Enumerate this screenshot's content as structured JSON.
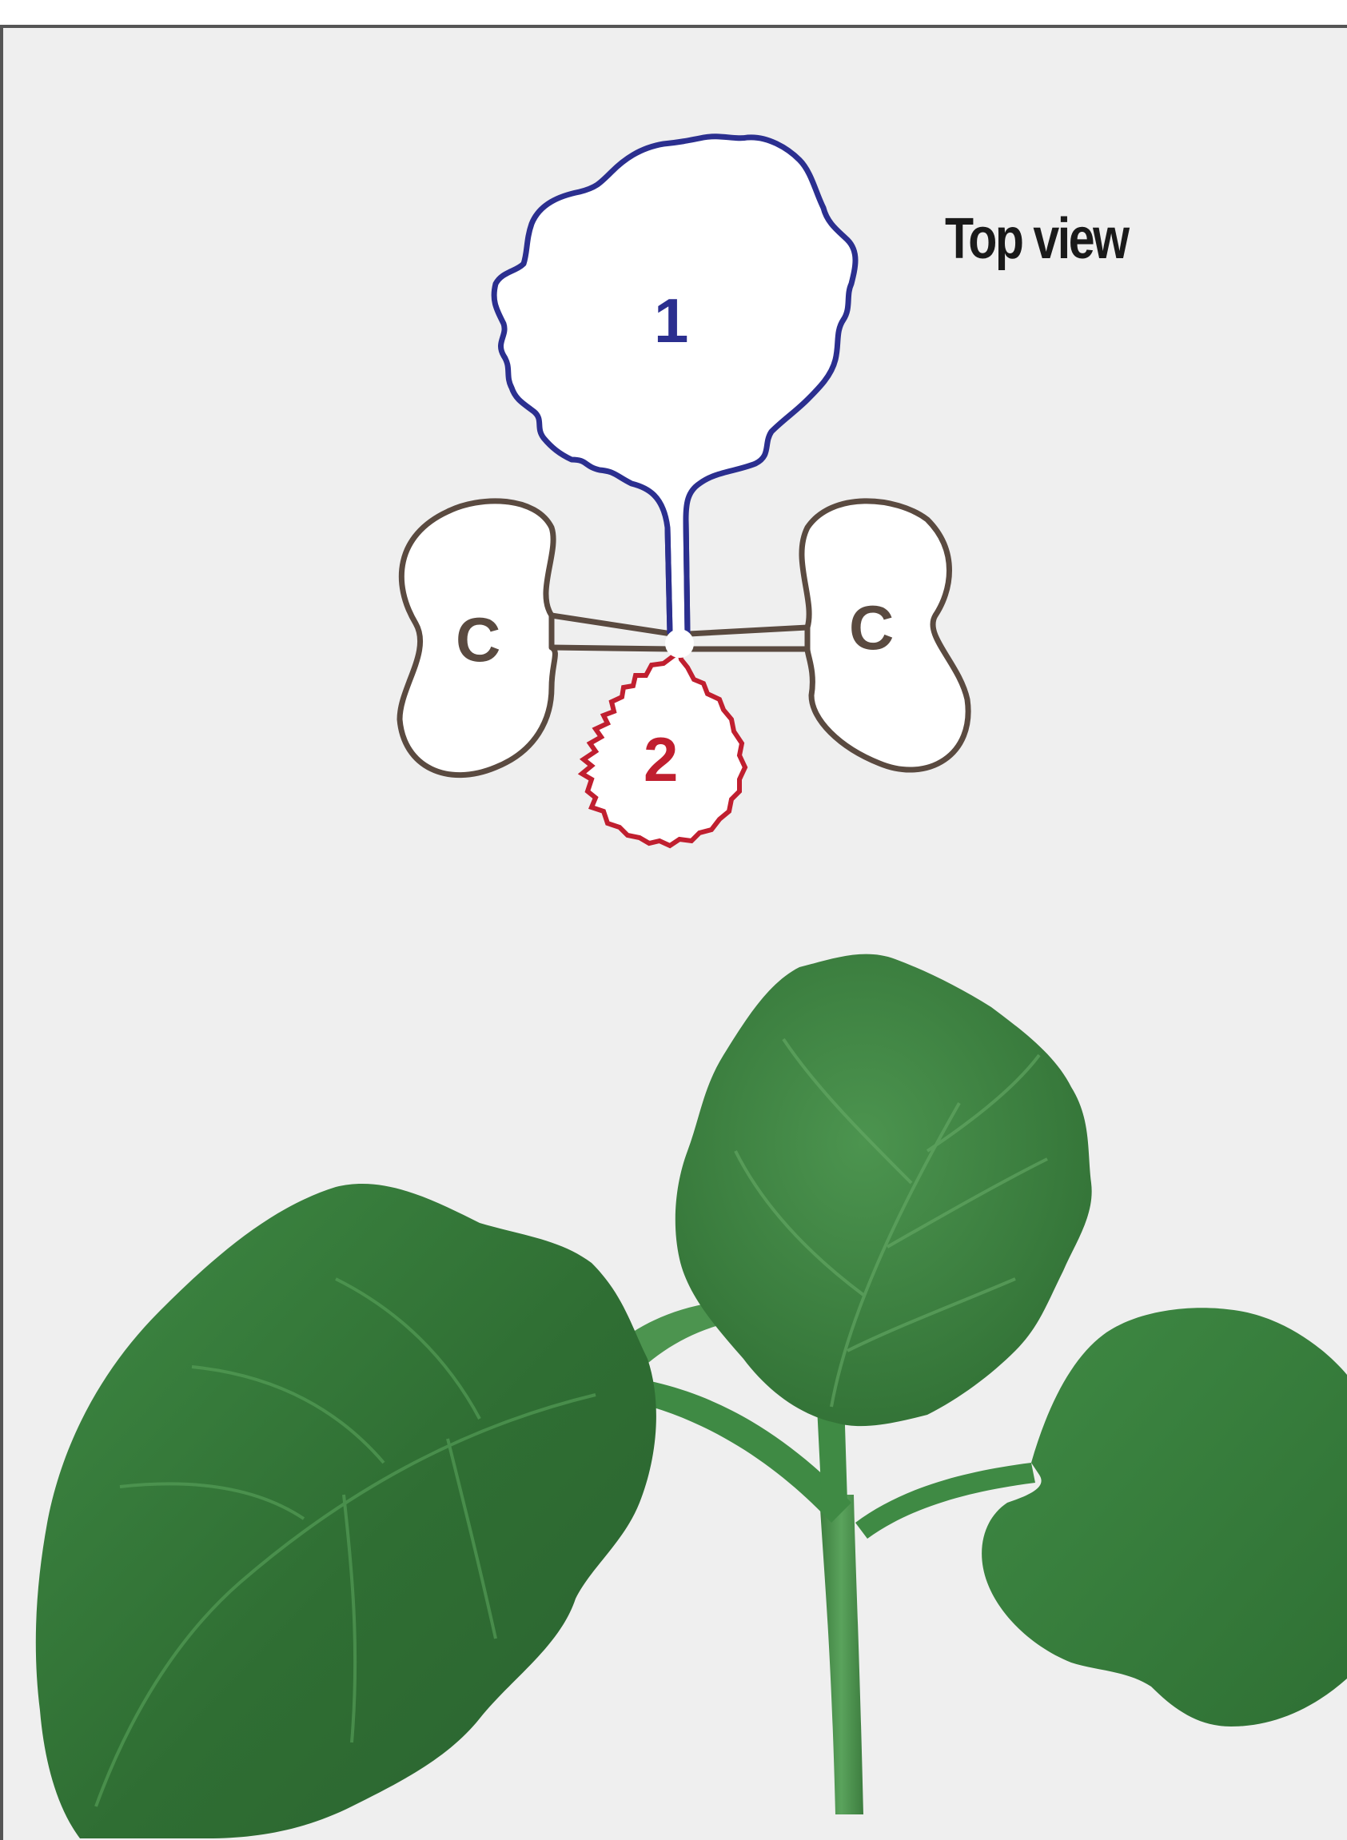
{
  "diagram": {
    "view_label": "Top view",
    "leaves": {
      "first_true_leaf": {
        "label": "1",
        "color": "#2b2f8f"
      },
      "second_true_leaf": {
        "label": "2",
        "color": "#c01f2f"
      },
      "cotyledon_left": {
        "label": "C",
        "color": "#5a4a40"
      },
      "cotyledon_right": {
        "label": "C",
        "color": "#5a4a40"
      }
    },
    "colors": {
      "background": "#efefef",
      "frame_border": "#555555",
      "leaf_fill": "#ffffff",
      "leaf_dark": "#2f6e33",
      "leaf_mid": "#3f8a44",
      "leaf_light": "#5aa35c"
    }
  }
}
